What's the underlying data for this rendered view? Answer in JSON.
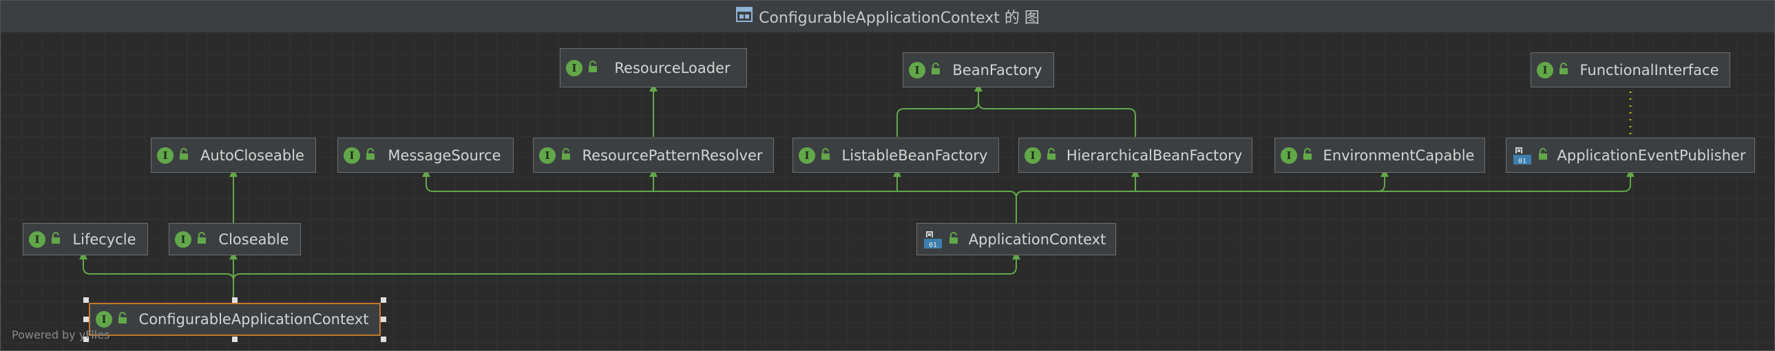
{
  "window": {
    "title": "ConfigurableApplicationContext 的 图",
    "title_icon": "diagram-icon"
  },
  "watermark": "Powered by yFiles",
  "colors": {
    "background": "#2b2b2b",
    "node_fill": "#3c3f41",
    "node_border": "#6e6e6e",
    "selected_border": "#c77a2b",
    "edge_green": "#62a84a",
    "dotted_edge": "#b5b51e"
  },
  "nodes": {
    "resource_loader": {
      "label": "ResourceLoader",
      "icon": "interface-icon"
    },
    "bean_factory": {
      "label": "BeanFactory",
      "icon": "interface-icon"
    },
    "functional_interface": {
      "label": "FunctionalInterface",
      "icon": "interface-icon"
    },
    "auto_closeable": {
      "label": "AutoCloseable",
      "icon": "interface-icon"
    },
    "message_source": {
      "label": "MessageSource",
      "icon": "interface-icon"
    },
    "resource_pattern_resolver": {
      "label": "ResourcePatternResolver",
      "icon": "interface-icon"
    },
    "listable_bean_factory": {
      "label": "ListableBeanFactory",
      "icon": "interface-icon"
    },
    "hierarchical_bean_factory": {
      "label": "HierarchicalBeanFactory",
      "icon": "interface-icon"
    },
    "environment_capable": {
      "label": "EnvironmentCapable",
      "icon": "interface-icon"
    },
    "application_event_publisher": {
      "label": "ApplicationEventPublisher",
      "icon": "functional-interface-icon"
    },
    "lifecycle": {
      "label": "Lifecycle",
      "icon": "interface-icon"
    },
    "closeable": {
      "label": "Closeable",
      "icon": "interface-icon"
    },
    "application_context": {
      "label": "ApplicationContext",
      "icon": "functional-interface-icon"
    },
    "configurable_application_context": {
      "label": "ConfigurableApplicationContext",
      "icon": "interface-icon",
      "selected": true
    }
  }
}
